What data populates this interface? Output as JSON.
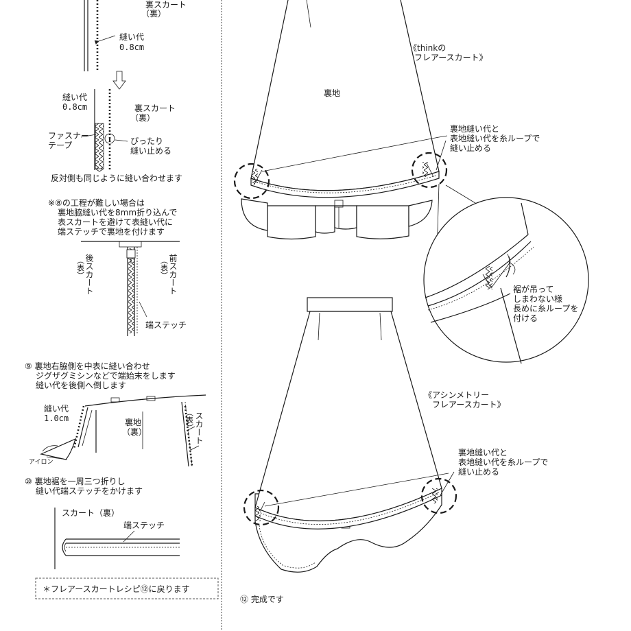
{
  "left": {
    "top": {
      "lining_skirt": "裏スカート",
      "lining_skirt_side": "（裏）",
      "seam": "縫い代",
      "seam_val": "0.8cm",
      "fastener_1": "ファスナー",
      "fastener_2": "テープ",
      "stop_1": "ぴったり",
      "stop_2": "縫い止める",
      "same": "反対側も同じように縫い合わせます"
    },
    "note": {
      "line1": "※⑧の工程が難しい場合は",
      "line2": "裏地脇縫い代を8mm折り込んで",
      "line3": "表スカートを避けて表縫い代に",
      "line4": "端ステッチで裏地を付けます",
      "back_side": "（表）",
      "back_label": "後スカート",
      "front_side": "（表）",
      "front_label": "前スカート",
      "edge_stitch": "端ステッチ"
    },
    "step9": {
      "line1": "⑨ 裏地右脇側を中表に縫い合わせ",
      "line2": "ジグザグミシンなどで端始末をします",
      "line3": "縫い代を後側へ倒します",
      "seam": "縫い代",
      "seam_val": "1.0cm",
      "lining": "裏地",
      "lining_side": "（裏）",
      "outer_side": "（表）",
      "outer_label": "スカート",
      "iron": "アイロン"
    },
    "step10": {
      "line1": "⑩ 裏地裾を一周三つ折りし",
      "line2": "縫い代端ステッチをかけます",
      "skirt_back": "スカート（裏）",
      "edge_stitch": "端ステッチ"
    },
    "footer_note": "＊フレアースカートレシピ⑫に戻ります"
  },
  "right": {
    "think_1": "《thinkの",
    "think_2": "フレアースカート》",
    "lining": "裏地",
    "callout_1": "裏地縫い代と",
    "callout_2": "表地縫い代を糸ループで",
    "callout_3": "縫い止める",
    "zoom_1": "裾が吊って",
    "zoom_2": "しまわない様",
    "zoom_3": "長めに糸ループを",
    "zoom_4": "付ける",
    "asym_1": "《アシンメトリー",
    "asym_2": "フレアースカート》",
    "callout2_1": "裏地縫い代と",
    "callout2_2": "表地縫い代を糸ループで",
    "callout2_3": "縫い止める",
    "done": "⑫ 完成です"
  }
}
